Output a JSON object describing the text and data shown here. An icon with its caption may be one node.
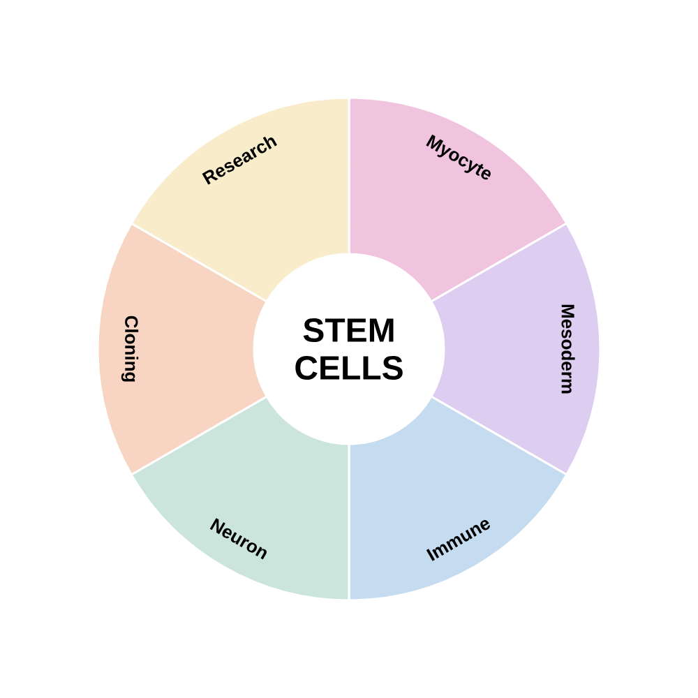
{
  "diagram": {
    "nodes": [
      {
        "text": [
          "STEM CELLS"
        ]
      },
      {
        "text": [
          "Myocyte"
        ]
      },
      {
        "text": [
          "Mesoderm"
        ]
      },
      {
        "text": [
          "Immune"
        ]
      },
      {
        "text": [
          "Neuron"
        ]
      },
      {
        "text": [
          "Cloning"
        ]
      },
      {
        "text": [
          "Research"
        ]
      }
    ]
  }
}
